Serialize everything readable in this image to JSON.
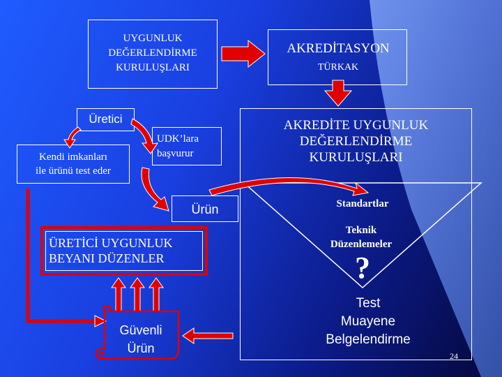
{
  "slide": {
    "uygunluk_box": [
      "UYGUNLUK",
      "DEĞERLENDİRME",
      "KURULUŞLARI"
    ],
    "akreditasyon": "AKREDİTASYON",
    "turkak": "TÜRKAK",
    "akredite_box": [
      "AKREDİTE UYGUNLUK",
      "DEĞERLENDİRME",
      "KURULUŞLARI"
    ],
    "uretici": "Üretici",
    "kendi": [
      "Kendi imkanları",
      "ile ürünü test eder"
    ],
    "udk": [
      "UDK’lara",
      "başvurur"
    ],
    "urun": "Ürün",
    "beyan": [
      "ÜRETİCİ UYGUNLUK",
      "BEYANI DÜZENLER"
    ],
    "guvenli": [
      "Güvenli",
      "Ürün"
    ],
    "standartlar": "Standartlar",
    "teknik": [
      "Teknik",
      "Düzenlemeler"
    ],
    "question": "?",
    "test": [
      "Test",
      "Muayene",
      "Belgelendirme"
    ],
    "page_number": "24"
  },
  "colors": {
    "arrow_red": "#e00000",
    "text_white": "#ffffff",
    "background_blue": "#1f5cff",
    "background_dark": "#05073a"
  }
}
